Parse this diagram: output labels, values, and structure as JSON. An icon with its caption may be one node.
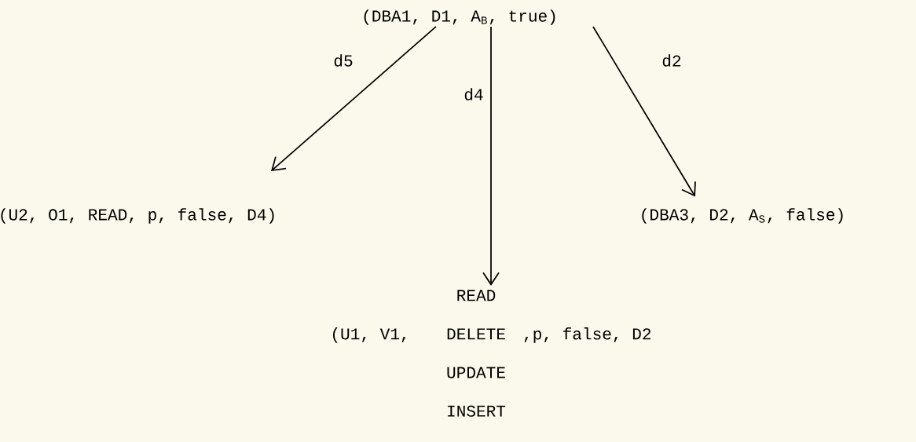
{
  "diagram": {
    "nodes": [
      {
        "text": [
          "(DBA1, D1, A$_{B}$, true)"
        ]
      },
      {
        "text": [
          "(U2, O1, READ, p, false, D4)"
        ]
      },
      {
        "text": [
          "(DBA3, D2, A$_{S}$, false)"
        ]
      },
      {
        "text": [
          "READ",
          "(U1, V1,",
          "DELETE",
          ",p, false, D2",
          "UPDATE",
          "INSERT"
        ]
      }
    ],
    "edges": [
      {
        "from": 0,
        "to": 1,
        "arrow": "to",
        "label": "d5"
      },
      {
        "from": 0,
        "to": 3,
        "arrow": "to",
        "label": "d4"
      },
      {
        "from": 0,
        "to": 2,
        "arrow": "to",
        "label": "d2"
      }
    ]
  }
}
